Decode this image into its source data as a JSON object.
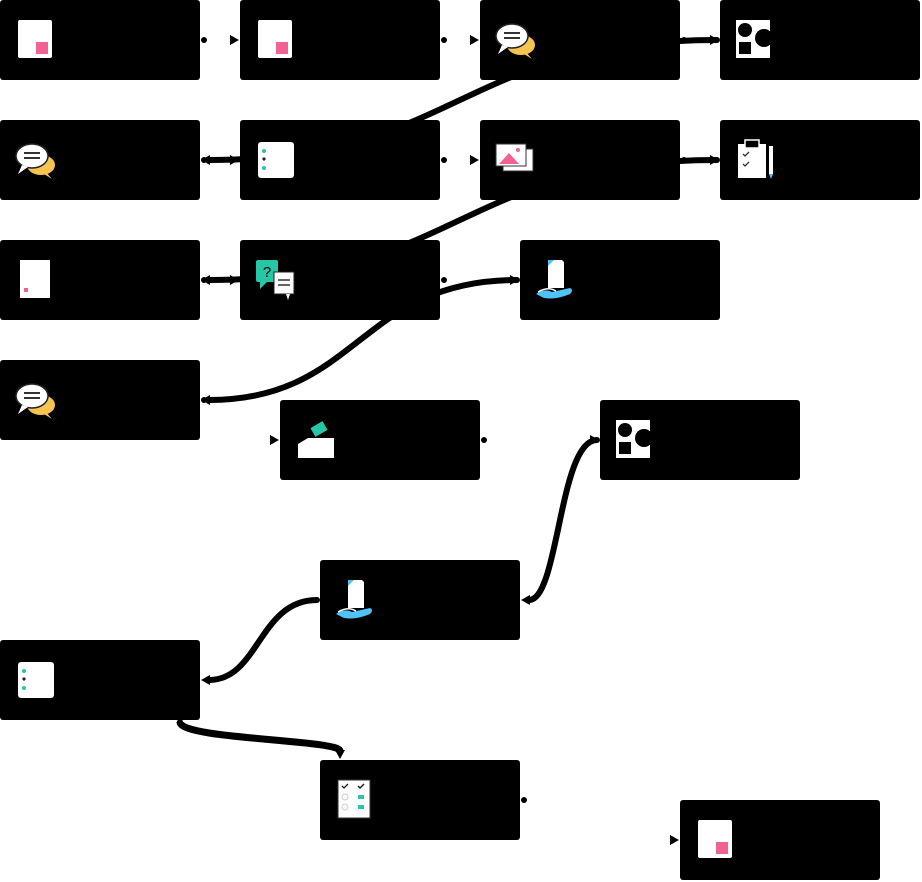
{
  "colors": {
    "node_fill": "#000000",
    "accent_pink": "#f06292",
    "accent_teal": "#26c6a6",
    "accent_yellow": "#f5c451",
    "accent_blue": "#4fc3f7",
    "icon_white": "#ffffff"
  },
  "nodes": [
    {
      "id": "n1",
      "icon": "document-icon",
      "label": ""
    },
    {
      "id": "n2",
      "icon": "document-icon",
      "label": ""
    },
    {
      "id": "n3",
      "icon": "chat-bubbles-icon",
      "label": ""
    },
    {
      "id": "n4",
      "icon": "shapes-icon",
      "label": ""
    },
    {
      "id": "n5",
      "icon": "chat-bubbles-icon",
      "label": ""
    },
    {
      "id": "n6",
      "icon": "list-card-icon",
      "label": ""
    },
    {
      "id": "n7",
      "icon": "image-gallery-icon",
      "label": ""
    },
    {
      "id": "n8",
      "icon": "clipboard-pencil-icon",
      "label": ""
    },
    {
      "id": "n9",
      "icon": "blank-page-icon",
      "label": ""
    },
    {
      "id": "n10",
      "icon": "question-answer-icon",
      "label": ""
    },
    {
      "id": "n11",
      "icon": "hand-document-icon",
      "label": ""
    },
    {
      "id": "n12",
      "icon": "chat-bubbles-icon",
      "label": ""
    },
    {
      "id": "n13",
      "icon": "ballot-box-icon",
      "label": ""
    },
    {
      "id": "n14",
      "icon": "shapes-icon",
      "label": ""
    },
    {
      "id": "n15",
      "icon": "hand-document-icon",
      "label": ""
    },
    {
      "id": "n16",
      "icon": "list-card-icon",
      "label": ""
    },
    {
      "id": "n17",
      "icon": "checklist-icon",
      "label": ""
    },
    {
      "id": "n18",
      "icon": "document-icon",
      "label": ""
    }
  ],
  "edges": [
    [
      "n1",
      "n2"
    ],
    [
      "n2",
      "n3"
    ],
    [
      "n3",
      "n4"
    ],
    [
      "n4",
      "n5"
    ],
    [
      "n5",
      "n6"
    ],
    [
      "n6",
      "n7"
    ],
    [
      "n7",
      "n8"
    ],
    [
      "n8",
      "n9"
    ],
    [
      "n9",
      "n10"
    ],
    [
      "n10",
      "n11"
    ],
    [
      "n11",
      "n12"
    ],
    [
      "n12",
      "n13"
    ],
    [
      "n13",
      "n14"
    ],
    [
      "n14",
      "n15"
    ],
    [
      "n15",
      "n16"
    ],
    [
      "n16",
      "n17"
    ],
    [
      "n17",
      "n18"
    ]
  ]
}
